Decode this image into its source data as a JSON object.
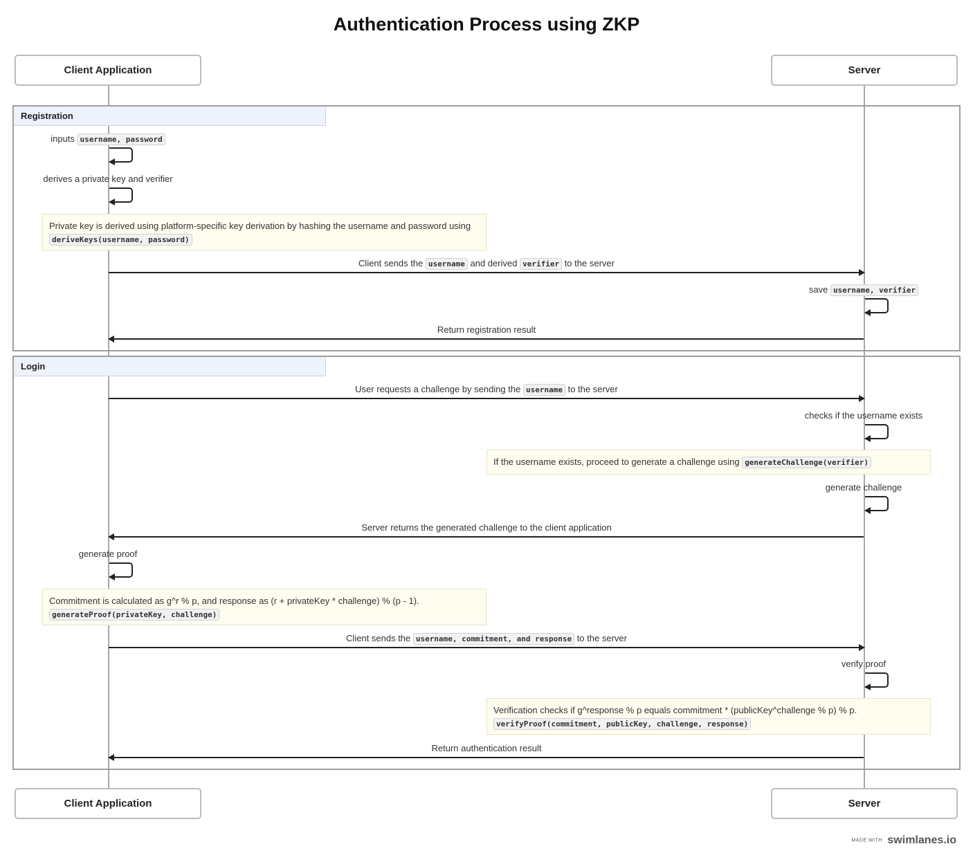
{
  "title": "Authentication Process using ZKP",
  "actors": {
    "client": "Client Application",
    "server": "Server"
  },
  "groups": {
    "registration": "Registration",
    "login": "Login"
  },
  "registration": {
    "step1_text": "inputs",
    "step1_code": "username, password",
    "step2_text": "derives a private key and verifier",
    "note1_text": "Private key is derived using platform-specific key derivation by hashing the username and password using",
    "note1_code": "deriveKeys(username, password)",
    "msg1_a": "Client sends the",
    "msg1_code1": "username",
    "msg1_b": "and derived",
    "msg1_code2": "verifier",
    "msg1_c": "to the server",
    "step3_text": "save",
    "step3_code": "username, verifier",
    "msg2": "Return registration result"
  },
  "login": {
    "msg1_a": "User requests a challenge by sending the",
    "msg1_code": "username",
    "msg1_b": "to the server",
    "step1": "checks if the username exists",
    "note1_text": "If the username exists, proceed to generate a challenge using",
    "note1_code": "generateChallenge(verifier)",
    "step2": "generate challenge",
    "msg2": "Server returns the generated challenge to the client application",
    "step3": "generate proof",
    "note2_text": "Commitment is calculated as g^r % p, and response as (r + privateKey * challenge) % (p - 1).",
    "note2_code": "generateProof(privateKey, challenge)",
    "msg3_a": "Client sends the",
    "msg3_code": "username, commitment, and response",
    "msg3_b": "to the server",
    "step4": "verify proof",
    "note3_text": "Verification checks if g^response % p equals commitment * (publicKey^challenge % p) % p.",
    "note3_code": "verifyProof(commitment, publicKey, challenge, response)",
    "msg4": "Return authentication result"
  },
  "footer": {
    "made_with": "MADE WITH",
    "brand": "swimlanes.io"
  }
}
